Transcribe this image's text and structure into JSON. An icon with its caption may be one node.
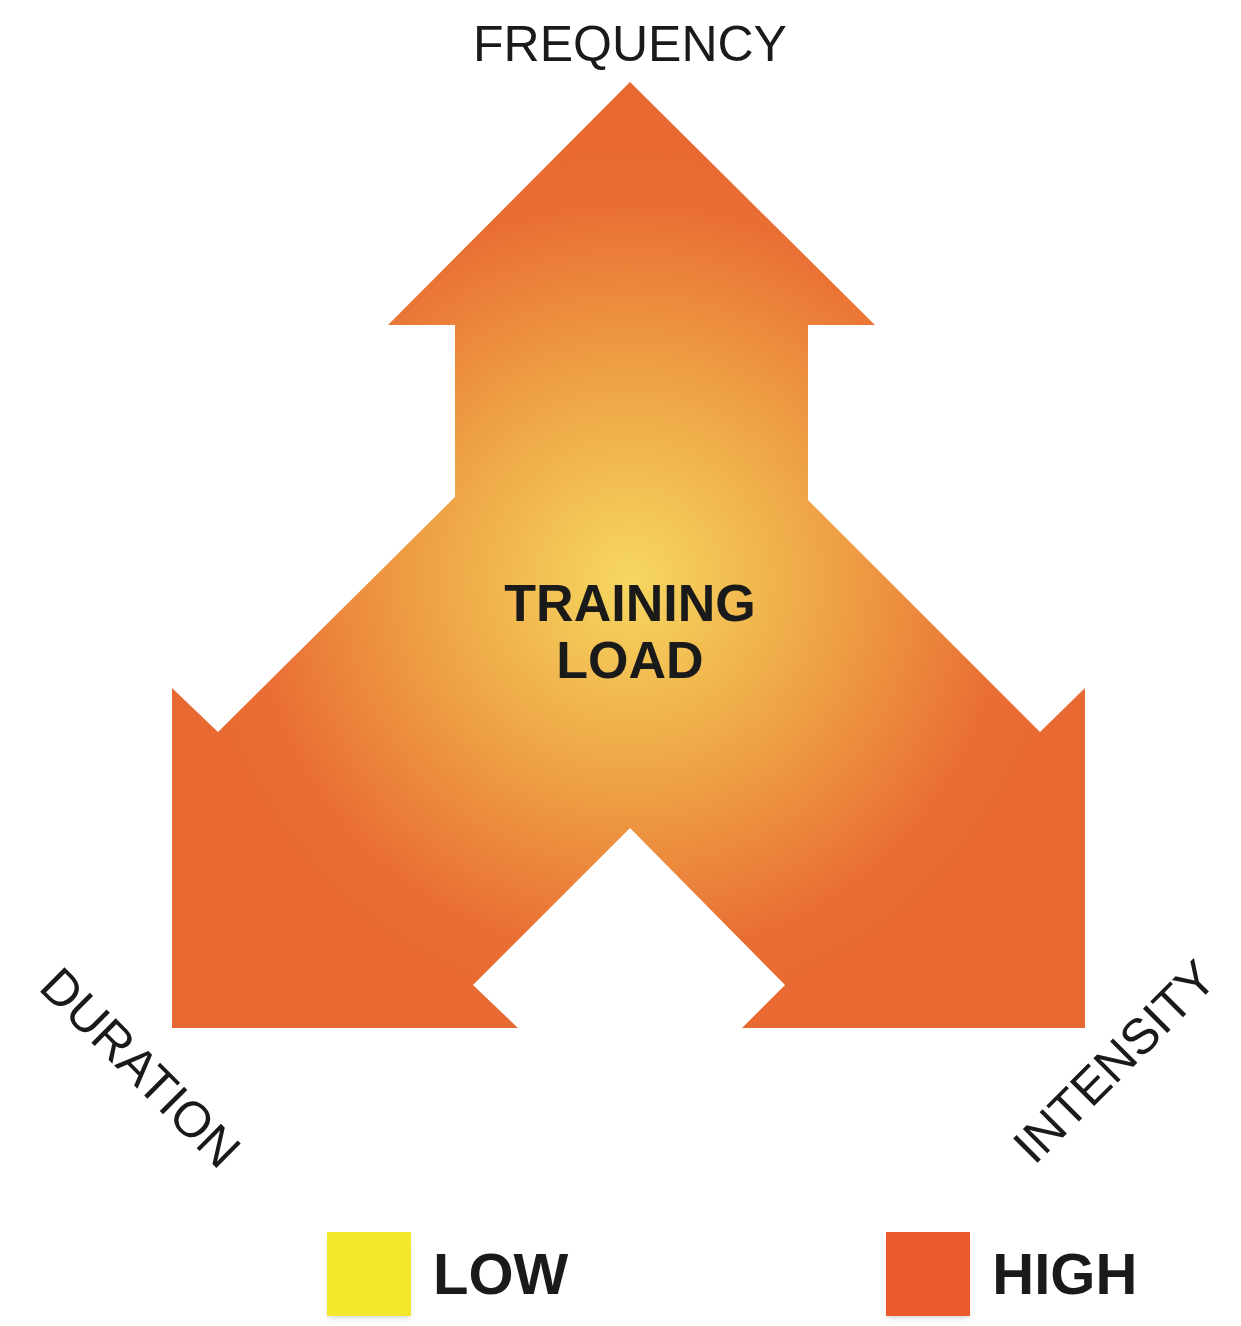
{
  "diagram": {
    "nodes": [
      {
        "text": [
          "TRAINING LOAD"
        ]
      }
    ],
    "labels": [
      "FREQUENCY",
      "DURATION",
      "INTENSITY"
    ],
    "legend": [
      {
        "text": "LOW",
        "color": "#f3e82c"
      },
      {
        "text": "HIGH",
        "color": "#ea5a2a"
      }
    ]
  }
}
